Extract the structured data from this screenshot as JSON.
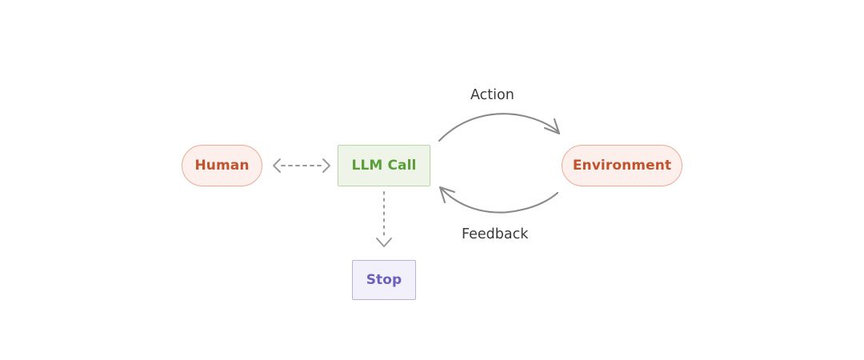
{
  "diagram": {
    "title": "Agent loop diagram",
    "background": "#ffffff",
    "nodes": [
      {
        "id": "human",
        "label": "Human",
        "shape": "pill",
        "fill": "#fdf0ec",
        "stroke": "#efa894",
        "text_color": "#c0522d"
      },
      {
        "id": "llm-call",
        "label": "LLM Call",
        "shape": "rectangle",
        "fill": "#eef5e8",
        "stroke": "#b9d6a4",
        "text_color": "#5a9e3a"
      },
      {
        "id": "environment",
        "label": "Environment",
        "shape": "pill",
        "fill": "#fdf0ec",
        "stroke": "#efa894",
        "text_color": "#c0522d"
      },
      {
        "id": "stop",
        "label": "Stop",
        "shape": "rectangle",
        "fill": "#f2f1fb",
        "stroke": "#b8b2e2",
        "text_color": "#6b5fc0"
      }
    ],
    "edges": [
      {
        "id": "action",
        "label": "Action",
        "from": "llm-call",
        "to": "environment",
        "style": "curved-solid",
        "color": "#8a8a8a",
        "arrowheads": "end"
      },
      {
        "id": "feedback",
        "label": "Feedback",
        "from": "environment",
        "to": "llm-call",
        "style": "curved-solid",
        "color": "#8a8a8a",
        "arrowheads": "end"
      },
      {
        "id": "human-llm",
        "label": "",
        "from": "human",
        "to": "llm-call",
        "style": "dashed",
        "color": "#9a9a9a",
        "arrowheads": "both"
      },
      {
        "id": "llm-stop",
        "label": "",
        "from": "llm-call",
        "to": "stop",
        "style": "dotted",
        "color": "#9a9a9a",
        "arrowheads": "end"
      }
    ],
    "label_color": "#3a3a3a"
  }
}
